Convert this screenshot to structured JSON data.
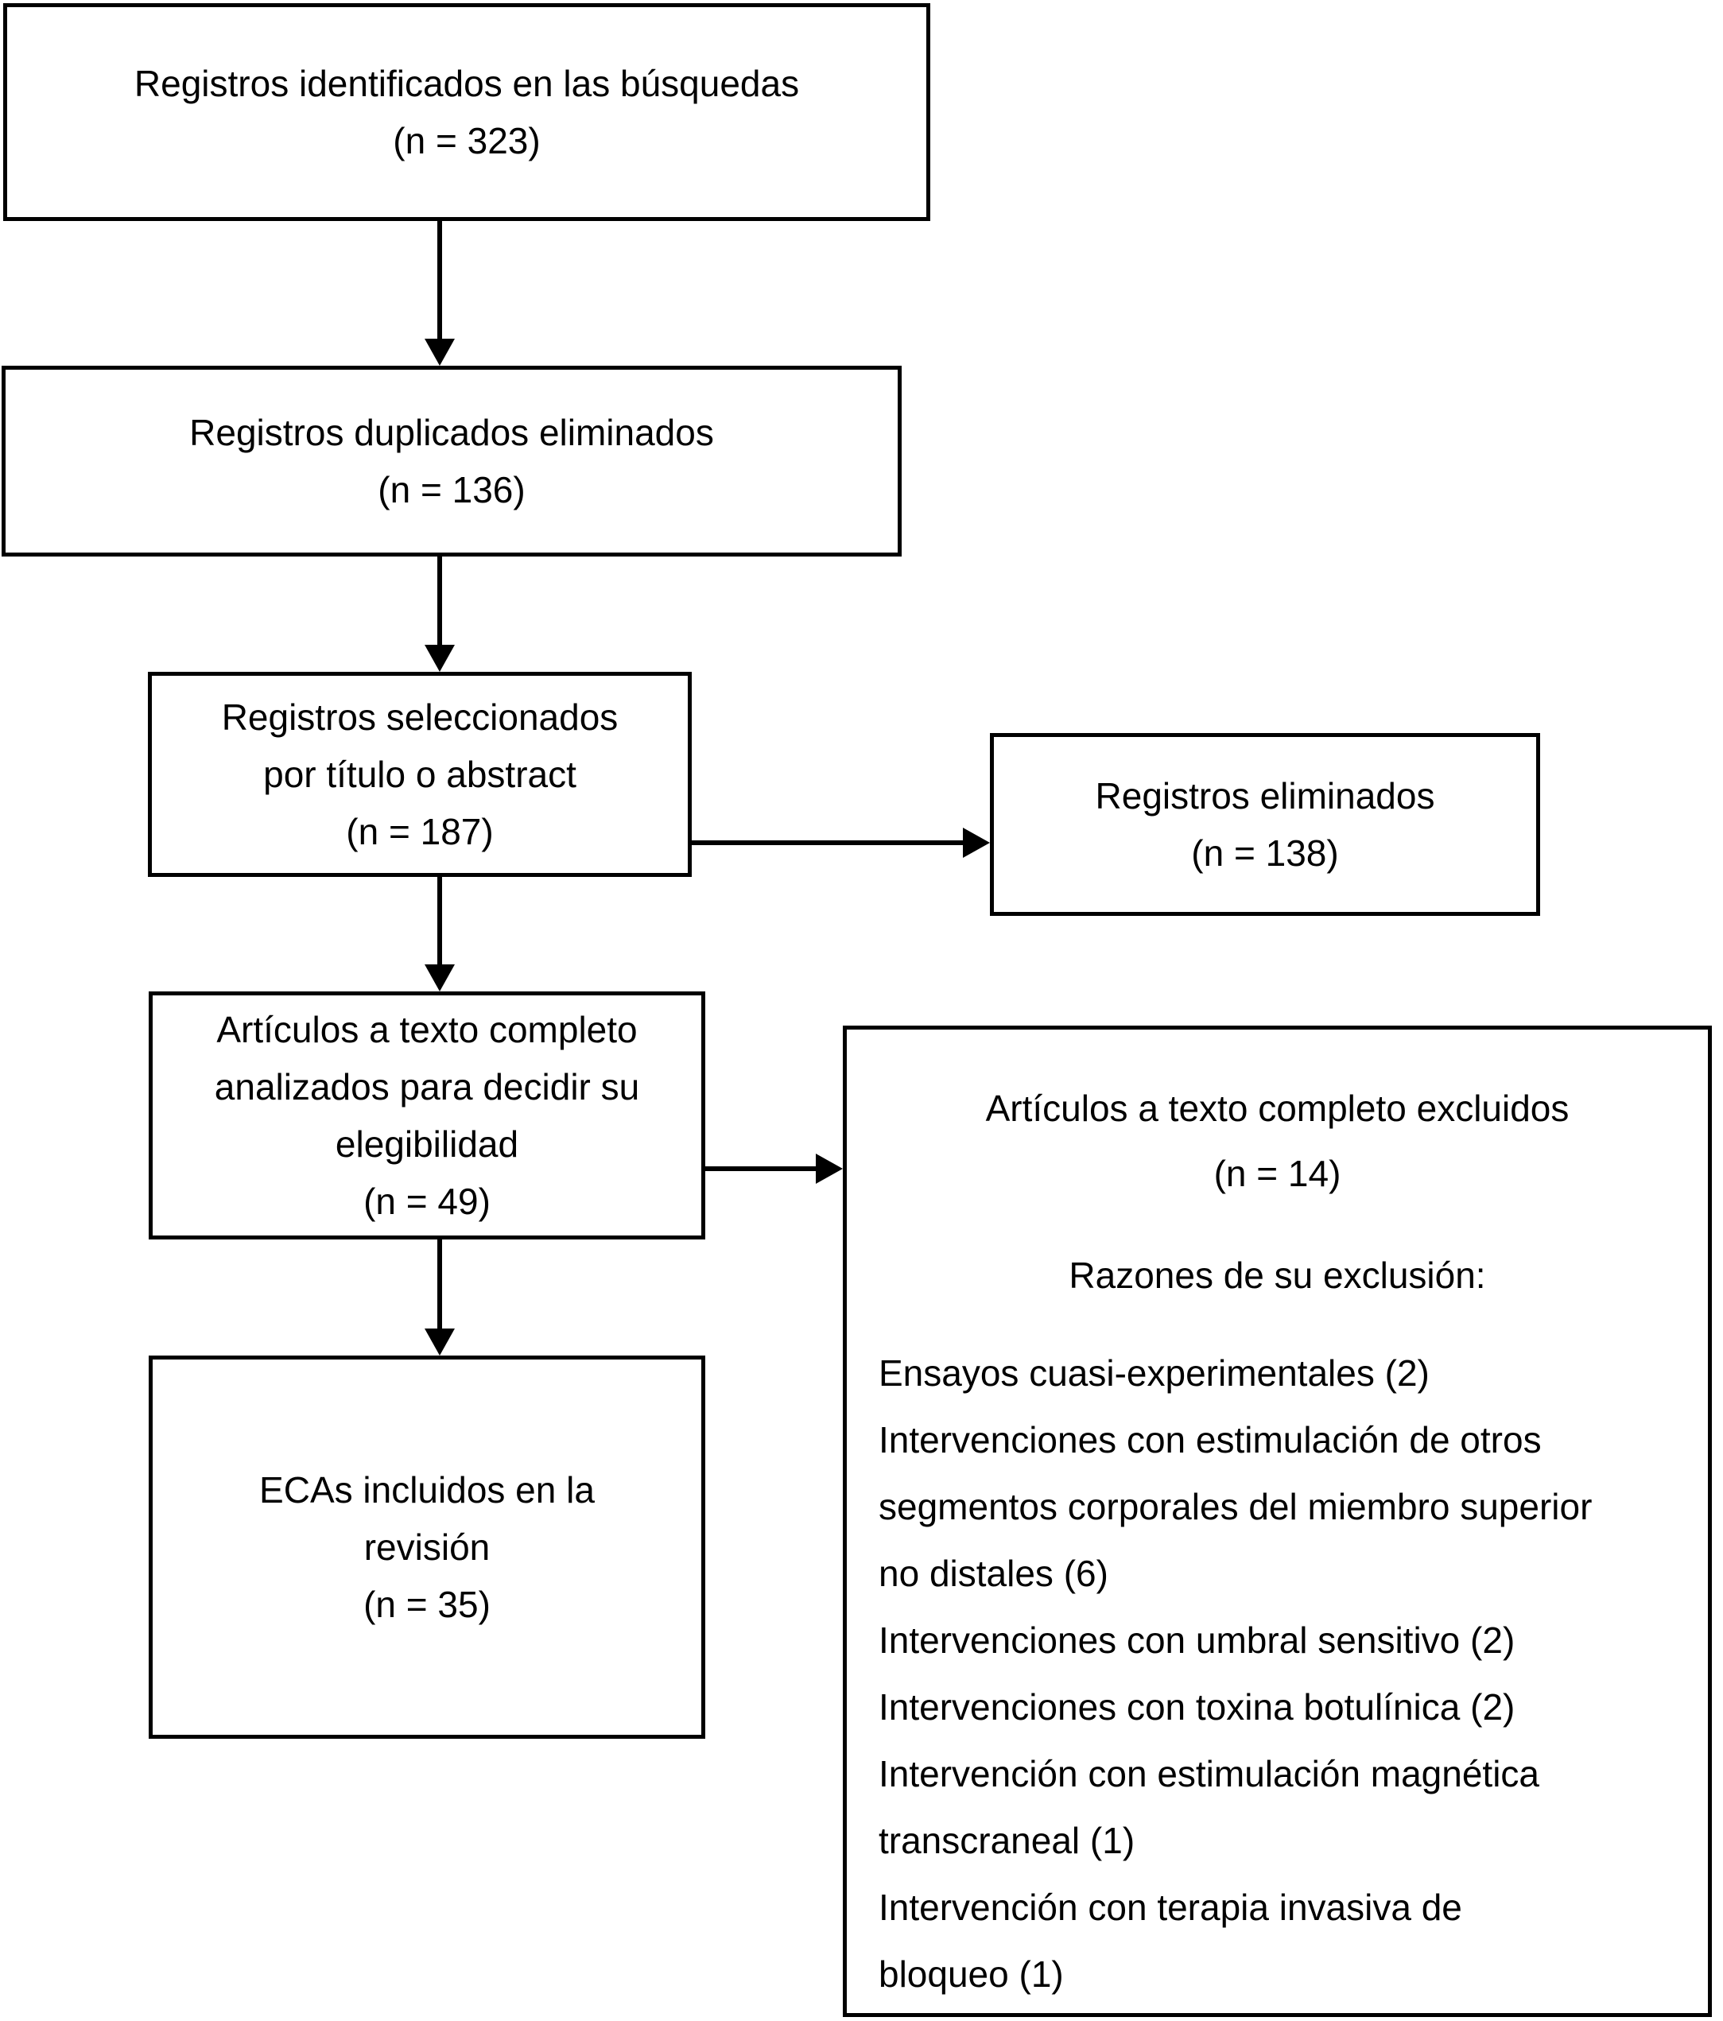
{
  "colors": {
    "line": "#000000",
    "text": "#000000",
    "background": "#ffffff"
  },
  "flow": {
    "identified": {
      "lines": [
        "Registros identificados en las búsquedas",
        "(n = 323)"
      ]
    },
    "duplicates_removed": {
      "lines": [
        "Registros duplicados eliminados",
        "(n = 136)"
      ]
    },
    "screened": {
      "lines": [
        "Registros seleccionados",
        "por título o abstract",
        "(n = 187)"
      ]
    },
    "records_excluded": {
      "lines": [
        "Registros eliminados",
        "(n = 138)"
      ]
    },
    "fulltext_assessed": {
      "lines": [
        "Artículos a texto completo",
        "analizados para decidir su",
        "elegibilidad",
        "(n = 49)"
      ]
    },
    "included": {
      "lines": [
        "ECAs incluidos en la",
        "revisión",
        "(n = 35)"
      ]
    },
    "fulltext_excluded": {
      "title_lines": [
        "Artículos a texto completo excluidos",
        "(n = 14)"
      ],
      "reasons_heading": "Razones de su exclusión:",
      "reason_lines": [
        "Ensayos cuasi-experimentales (2)",
        "Intervenciones con estimulación de otros",
        "segmentos corporales del miembro superior",
        "no distales (6)",
        "Intervenciones con umbral sensitivo (2)",
        "Intervenciones con toxina botulínica (2)",
        "Intervención con estimulación magnética",
        "transcraneal (1)",
        "Intervención con terapia invasiva de",
        "bloqueo (1)"
      ]
    }
  }
}
